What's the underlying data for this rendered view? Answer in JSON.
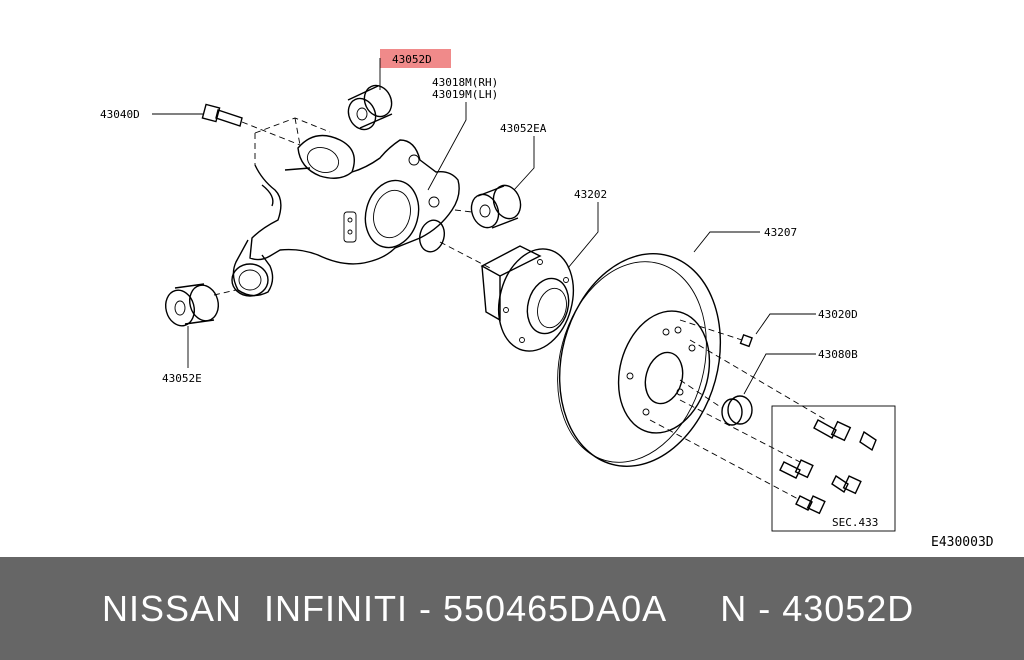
{
  "labels": {
    "hl": "43052D",
    "p1": "43018M(RH)",
    "p2": "43019M(LH)",
    "p3": "43040D",
    "p4": "43052EA",
    "p5": "43202",
    "p6": "43207",
    "p7": "43020D",
    "p8": "43080B",
    "p9": "43052E",
    "sec": "SEC.433",
    "ref": "E430003D"
  },
  "colors": {
    "highlight": "#f08a8a",
    "footer_bg": "#666666",
    "footer_text": "#ffffff"
  },
  "footer": {
    "text": "NISSAN  INFINITI - 550465DA0A     N - 43052D"
  }
}
